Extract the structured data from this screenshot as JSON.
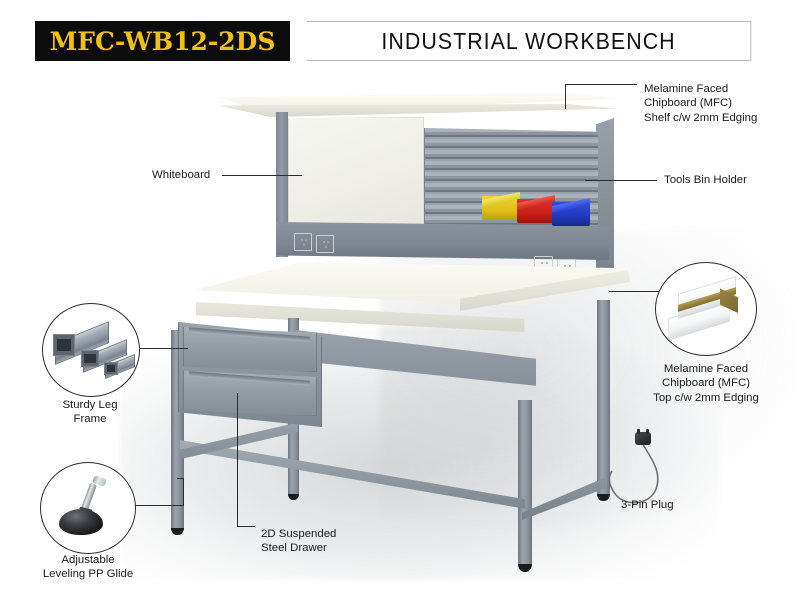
{
  "header": {
    "product_code": "MFC-WB12-2DS",
    "title": "INDUSTRIAL WORKBENCH",
    "code_bg_color": "#0c0c0c",
    "code_text_color": "#f2c014"
  },
  "callouts": {
    "shelf": {
      "name": "mfc-shelf",
      "text": "Melamine Faced\nChipboard (MFC)\nShelf c/w 2mm Edging"
    },
    "tools_bin_holder": {
      "name": "tools-bin-holder",
      "text": "Tools Bin Holder"
    },
    "whiteboard": {
      "name": "whiteboard",
      "text": "Whiteboard"
    },
    "mfc_top": {
      "name": "mfc-top",
      "text": "Melamine Faced\nChipboard (MFC)\nTop c/w 2mm Edging"
    },
    "leg_frame": {
      "name": "sturdy-leg-frame",
      "text": "Sturdy Leg\nFrame"
    },
    "glide": {
      "name": "adjustable-leveling-pp-glide",
      "text": "Adjustable\nLeveling PP Glide"
    },
    "drawer": {
      "name": "2d-suspended-steel-drawer",
      "text": "2D Suspended\nSteel Drawer"
    },
    "plug": {
      "name": "3-pin-plug",
      "text": "3-Pin Plug"
    }
  },
  "product": {
    "bins": [
      {
        "label": "yellow-bin",
        "color": "#e8c81a",
        "lip_color": "#f5dc50"
      },
      {
        "label": "red-bin",
        "color": "#cf2222",
        "lip_color": "#e24a42"
      },
      {
        "label": "blue-bin",
        "color": "#2340c4",
        "lip_color": "#3f5fe0"
      }
    ],
    "sockets_count": 4,
    "drawers_count": 2,
    "frame_color": "#8a939c",
    "worktop_color": "#f2f2ea",
    "whiteboard_color": "#f1f1ea"
  }
}
